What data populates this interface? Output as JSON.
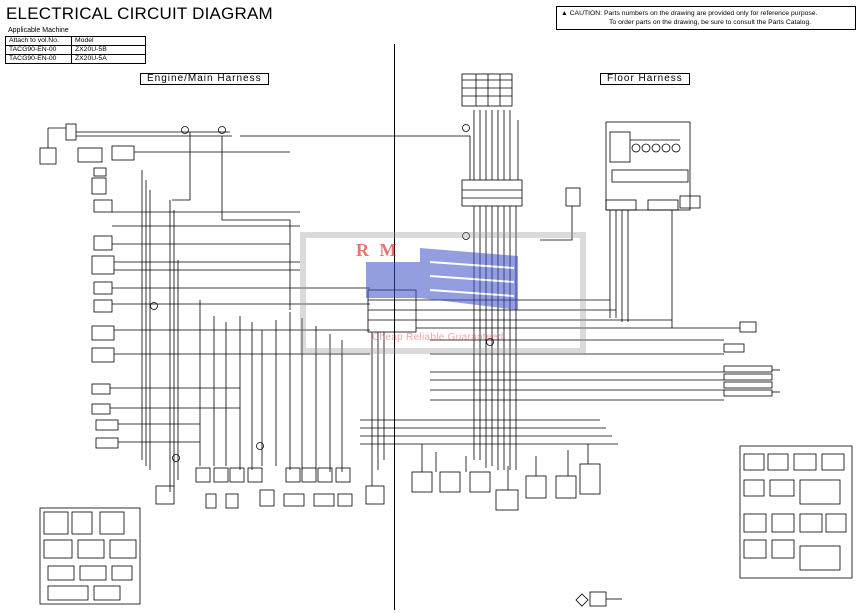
{
  "header": {
    "title": "ELECTRICAL CIRCUIT DIAGRAM",
    "caution_line1": "CAUTION: Parts numbers on the drawing are provided only for reference purpose.",
    "caution_line2": "To order parts on the drawing, be sure to consult the Parts Catalog."
  },
  "applicable_machine": {
    "caption": "Applicable Machine",
    "columns": [
      "Attach to vol.No.",
      "Model"
    ],
    "rows": [
      [
        "TACG90-EN-00",
        "ZX20U-5B"
      ],
      [
        "TACG90-EN-00",
        "ZX20U-5A"
      ]
    ]
  },
  "sections": {
    "engine": "Engine/Main Harness",
    "floor": "Floor Harness"
  },
  "watermark": {
    "brand": "R M",
    "tagline": "Cheap Reliable Guaranteed"
  },
  "colors": {
    "line": "#000000",
    "watermark_blue": "#3a4fc8",
    "watermark_red": "#d23c3c",
    "watermark_gray": "#969696"
  }
}
